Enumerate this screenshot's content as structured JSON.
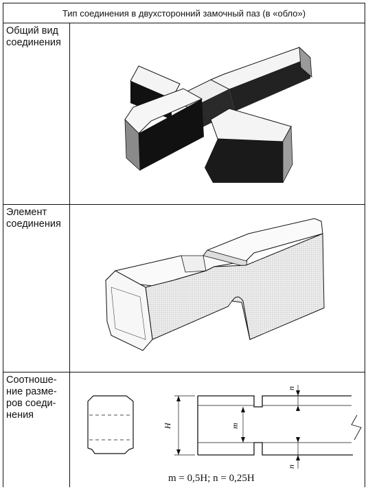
{
  "table": {
    "header": "Тип соединения в двухсторонний замочный паз (в «обло»)",
    "rows": [
      {
        "label": "Общий вид соединения"
      },
      {
        "label": "Элемент соединения"
      },
      {
        "label": "Соотноше-ние разме-ров соеди-нения"
      }
    ]
  },
  "diagram": {
    "dim_H": "H",
    "dim_m": "m",
    "dim_n_top": "n",
    "dim_n_bottom": "n",
    "formula": "m = 0,5H; n = 0,25H"
  }
}
